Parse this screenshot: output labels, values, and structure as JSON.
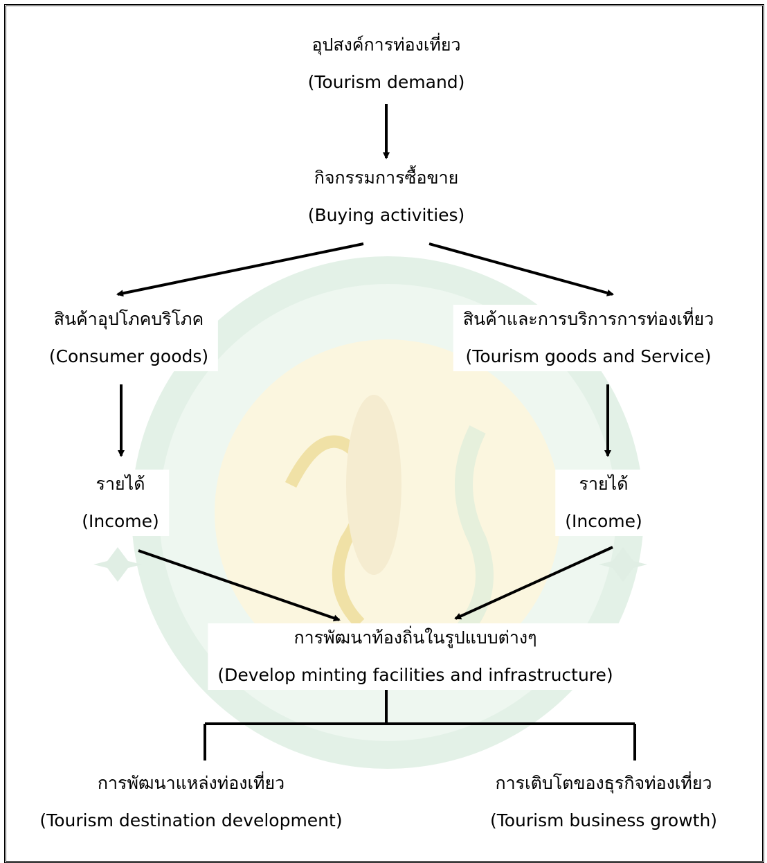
{
  "diagram": {
    "nodes": {
      "demand": {
        "th": "อุปสงค์การท่องเที่ยว",
        "en": "(Tourism demand)"
      },
      "buying": {
        "th": "กิจกรรมการซื้อขาย",
        "en": "(Buying activities)"
      },
      "consumer": {
        "th": "สินค้าอุปโภคบริโภค",
        "en": "(Consumer goods)"
      },
      "tourism_goods": {
        "th": "สินค้าและการบริการการท่องเที่ยว",
        "en": "(Tourism goods and Service)"
      },
      "income_left": {
        "th": "รายได้",
        "en": "(Income)"
      },
      "income_right": {
        "th": "รายได้",
        "en": "(Income)"
      },
      "development": {
        "th": "การพัฒนาท้องถิ่นในรูปแบบต่างๆ",
        "en": "(Develop minting facilities and infrastructure)"
      },
      "destination": {
        "th": "การพัฒนาแหล่งท่องเที่ยว",
        "en": "(Tourism destination development)"
      },
      "business": {
        "th": "การเติบโตของธุรกิจท่องเที่ยว",
        "en": "(Tourism business growth)"
      }
    },
    "edges": [
      {
        "from": "demand",
        "to": "buying",
        "style": "arrow"
      },
      {
        "from": "buying",
        "to": "consumer",
        "style": "arrow"
      },
      {
        "from": "buying",
        "to": "tourism_goods",
        "style": "arrow"
      },
      {
        "from": "consumer",
        "to": "income_left",
        "style": "arrow"
      },
      {
        "from": "tourism_goods",
        "to": "income_right",
        "style": "arrow"
      },
      {
        "from": "income_left",
        "to": "development",
        "style": "arrow"
      },
      {
        "from": "income_right",
        "to": "development",
        "style": "arrow"
      },
      {
        "from": "development",
        "to": "destination",
        "style": "bracket"
      },
      {
        "from": "development",
        "to": "business",
        "style": "bracket"
      }
    ],
    "colors": {
      "line": "#000000",
      "watermark_green": "#dcefe2",
      "watermark_gold": "#f3e7b8"
    }
  }
}
